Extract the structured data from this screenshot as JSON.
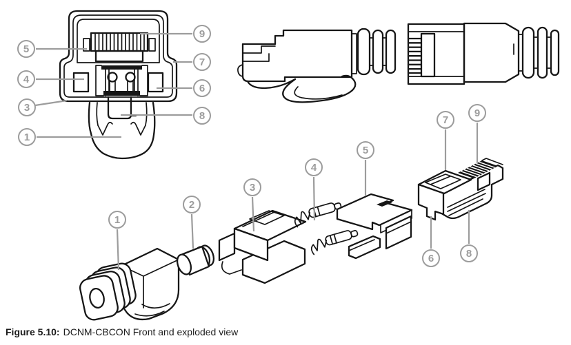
{
  "figure": {
    "label": "Figure 5.10",
    "separator": ":",
    "title": "DCNM-CBCON Front and exploded view"
  },
  "colors": {
    "line_art": "#161616",
    "callout_gray": "#9c9c9c",
    "background": "#ffffff"
  },
  "front_view": {
    "callouts": [
      {
        "label": "5"
      },
      {
        "label": "4"
      },
      {
        "label": "3"
      },
      {
        "label": "1"
      },
      {
        "label": "9"
      },
      {
        "label": "7"
      },
      {
        "label": "6"
      },
      {
        "label": "8"
      }
    ]
  },
  "exploded_view": {
    "callouts": [
      {
        "label": "1"
      },
      {
        "label": "2"
      },
      {
        "label": "3"
      },
      {
        "label": "4"
      },
      {
        "label": "5"
      },
      {
        "label": "7"
      },
      {
        "label": "9"
      },
      {
        "label": "6"
      },
      {
        "label": "8"
      }
    ]
  }
}
